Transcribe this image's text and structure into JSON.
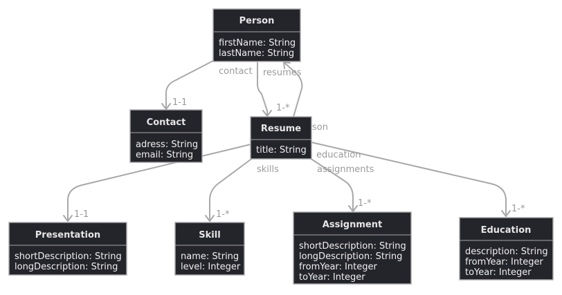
{
  "classes": [
    {
      "id": "person",
      "title": "Person",
      "attributes": [
        "firstName: String",
        "lastName: String"
      ]
    },
    {
      "id": "contact",
      "title": "Contact",
      "attributes": [
        "adress: String",
        "email: String"
      ]
    },
    {
      "id": "resume",
      "title": "Resume",
      "attributes": [
        "title: String"
      ]
    },
    {
      "id": "presentation",
      "title": "Presentation",
      "attributes": [
        "shortDescription: String",
        "longDescription: String"
      ]
    },
    {
      "id": "skill",
      "title": "Skill",
      "attributes": [
        "name: String",
        "level: Integer"
      ]
    },
    {
      "id": "assignment",
      "title": "Assignment",
      "attributes": [
        "shortDescription: String",
        "longDescription: String",
        "fromYear: Integer",
        "toYear: Integer"
      ]
    },
    {
      "id": "education",
      "title": "Education",
      "attributes": [
        "description: String",
        "fromYear: Integer",
        "toYear: Integer"
      ]
    }
  ],
  "relations": [
    {
      "id": "person-contact",
      "label": "contact",
      "multiplicity": "1-1"
    },
    {
      "id": "person-resume",
      "label": "resumes",
      "multiplicity": "1-*"
    },
    {
      "id": "resume-person",
      "label": "son",
      "multiplicity": ""
    },
    {
      "id": "resume-presentation",
      "label": "",
      "multiplicity": "1-1"
    },
    {
      "id": "resume-skill",
      "label": "skills",
      "multiplicity": "1-*"
    },
    {
      "id": "resume-assignment",
      "label": "assignments",
      "multiplicity": "1-*"
    },
    {
      "id": "resume-education",
      "label": "education",
      "multiplicity": "1-*"
    }
  ],
  "colors": {
    "box_fill": "#24242b",
    "border": "#a8a8a8",
    "title_text": "#e6e6e6",
    "attr_text": "#f0f0f0",
    "label_text": "#9a9a9a"
  }
}
